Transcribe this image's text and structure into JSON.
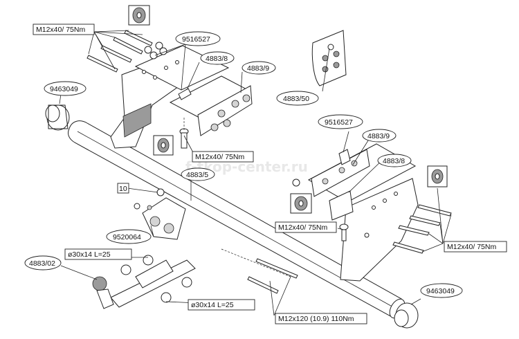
{
  "watermark": "f-tkop-center.ru",
  "labels": {
    "bolt_top_left": "M12x40/ 75Nm",
    "washer_top": "9516527",
    "plate_top_4883_8": "4883/8",
    "plate_top_4883_9": "4883/9",
    "cap_left": "9463049",
    "ball_plate": "4883/50",
    "bolt_under_left": "M12x40/ 75Nm",
    "washer_right": "9516527",
    "plate_right_4883_9": "4883/9",
    "plate_right_4883_8": "4883/8",
    "crossbar": "4883/5",
    "nut_10": "10",
    "socket_plate": "9520064",
    "bolt_under_right": "M12x40/ 75Nm",
    "ball_neck": "4883/02",
    "spacer_top": "ø30x14 L=25",
    "bolt_right_group": "M12x40/ 75Nm",
    "cap_right": "9463049",
    "spacer_bottom": "ø30x14 L=25",
    "bolt_long": "M12x120 (10.9) 110Nm"
  }
}
